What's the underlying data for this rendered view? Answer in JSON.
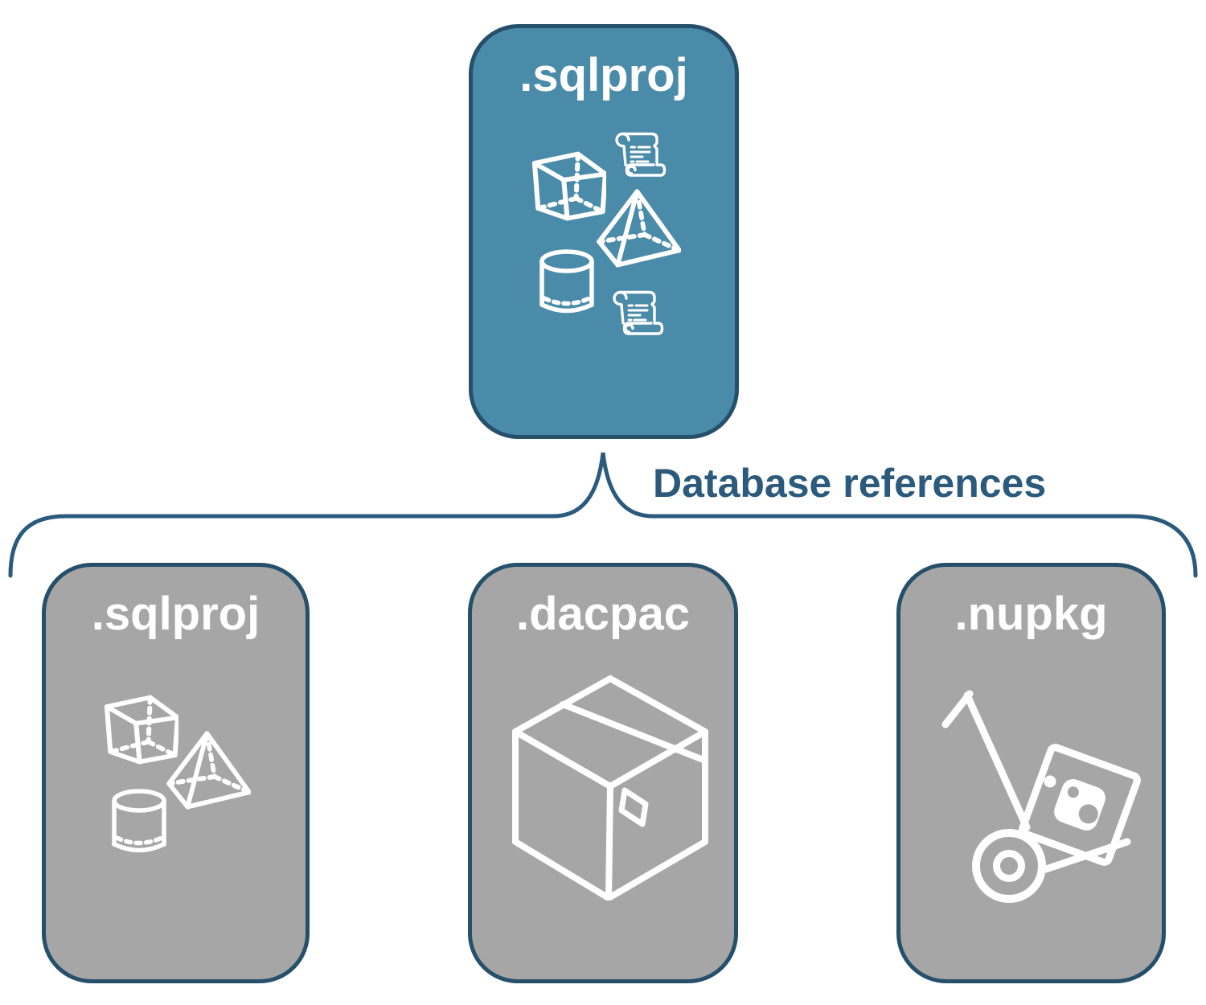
{
  "diagram": {
    "parent_node": {
      "label": ".sqlproj",
      "icons": [
        "scroll-icon",
        "cube-icon",
        "pyramid-icon",
        "cylinder-icon",
        "scroll-icon"
      ]
    },
    "connector": {
      "label": "Database references"
    },
    "child_nodes": [
      {
        "label": ".sqlproj",
        "icons": [
          "cube-icon",
          "pyramid-icon",
          "cylinder-icon"
        ]
      },
      {
        "label": ".dacpac",
        "icons": [
          "package-box-icon"
        ]
      },
      {
        "label": ".nupkg",
        "icons": [
          "nuget-hand-truck-icon"
        ]
      }
    ],
    "colors": {
      "parent_fill": "#4a8baa",
      "child_fill": "#a6a6a6",
      "node_border": "#254f6b",
      "connector_line": "#2a5a7e",
      "connector_label_text": "#2c5a7c",
      "node_title_text": "#ffffff",
      "icon_stroke": "#ffffff"
    }
  }
}
